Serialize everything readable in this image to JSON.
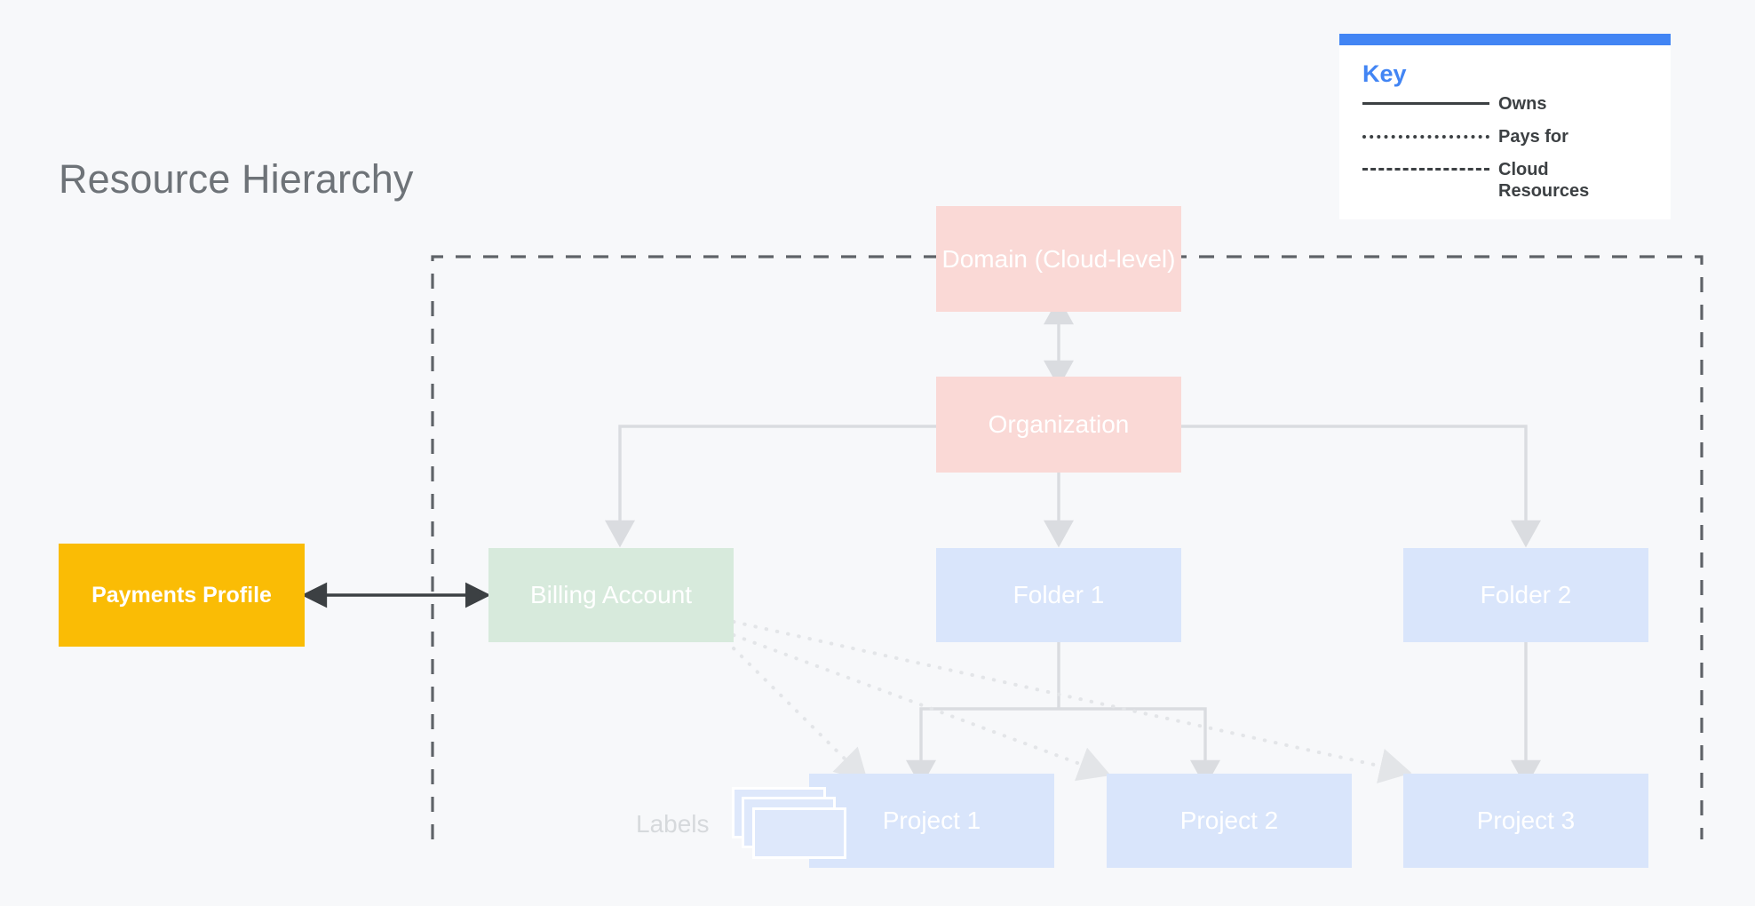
{
  "page": {
    "title": "Resource Hierarchy",
    "background_color": "#F7F8FA"
  },
  "key": {
    "heading": "Key",
    "accent_color": "#4285F4",
    "items": [
      {
        "style": "solid",
        "label": "Owns"
      },
      {
        "style": "dotted",
        "label": "Pays for"
      },
      {
        "style": "dashed",
        "label": "Cloud Resources"
      }
    ]
  },
  "diagram": {
    "cloud_boundary": {
      "name": "Cloud Resources boundary",
      "line_style": "dashed",
      "color": "#5F6368"
    },
    "nodes": {
      "payments_profile": {
        "label": "Payments Profile",
        "color": "#FABC05",
        "text_color": "#FFFFFF"
      },
      "domain": {
        "label": "Domain (Cloud-level)",
        "color": "#FAD9D6",
        "text_color": "#FFFFFF"
      },
      "organization": {
        "label": "Organization",
        "color": "#FAD9D6",
        "text_color": "#FFFFFF"
      },
      "billing_account": {
        "label": "Billing Account",
        "color": "#D7EADC",
        "text_color": "#FFFFFF"
      },
      "folder_1": {
        "label": "Folder 1",
        "color": "#D9E5FB",
        "text_color": "#FFFFFF"
      },
      "folder_2": {
        "label": "Folder 2",
        "color": "#D9E5FB",
        "text_color": "#FFFFFF"
      },
      "project_1": {
        "label": "Project 1",
        "color": "#D9E5FB",
        "text_color": "#FFFFFF"
      },
      "project_2": {
        "label": "Project 2",
        "color": "#D9E5FB",
        "text_color": "#FFFFFF"
      },
      "project_3": {
        "label": "Project 3",
        "color": "#D9E5FB",
        "text_color": "#FFFFFF"
      },
      "labels": {
        "label": "Labels",
        "text_color": "#D6D9DC"
      }
    },
    "edges": [
      {
        "from": "payments_profile",
        "to": "billing_account",
        "relation": "Pays for",
        "style": "solid-double-arrow",
        "color": "#3C4043"
      },
      {
        "from": "domain",
        "to": "organization",
        "relation": "Owns",
        "style": "solid-double-arrow",
        "color": "#DADCE0"
      },
      {
        "from": "organization",
        "to": "billing_account",
        "relation": "Owns",
        "style": "solid-arrow",
        "color": "#DADCE0"
      },
      {
        "from": "organization",
        "to": "folder_1",
        "relation": "Owns",
        "style": "solid-arrow",
        "color": "#DADCE0"
      },
      {
        "from": "organization",
        "to": "folder_2",
        "relation": "Owns",
        "style": "solid-arrow",
        "color": "#DADCE0"
      },
      {
        "from": "folder_1",
        "to": "project_1",
        "relation": "Owns",
        "style": "solid-arrow",
        "color": "#DADCE0"
      },
      {
        "from": "folder_1",
        "to": "project_2",
        "relation": "Owns",
        "style": "solid-arrow",
        "color": "#DADCE0"
      },
      {
        "from": "folder_2",
        "to": "project_3",
        "relation": "Owns",
        "style": "solid-arrow",
        "color": "#DADCE0"
      },
      {
        "from": "billing_account",
        "to": "project_1",
        "relation": "Pays for",
        "style": "dotted-arrow",
        "color": "#E3E5E8"
      },
      {
        "from": "billing_account",
        "to": "project_2",
        "relation": "Pays for",
        "style": "dotted-arrow",
        "color": "#E3E5E8"
      },
      {
        "from": "billing_account",
        "to": "project_3",
        "relation": "Pays for",
        "style": "dotted-arrow",
        "color": "#E3E5E8"
      }
    ]
  }
}
